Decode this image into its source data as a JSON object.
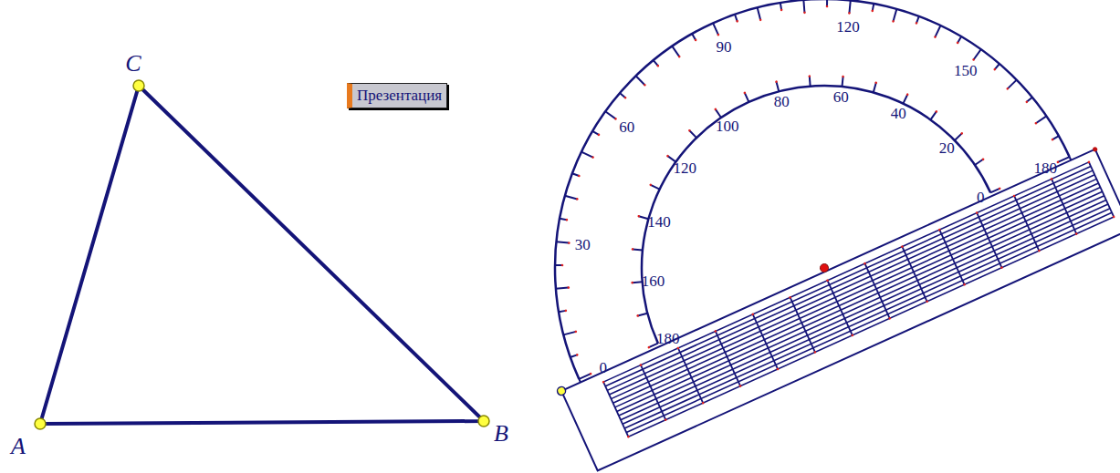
{
  "diagram": {
    "nodes": [
      {
        "text": [
          "Презентация"
        ]
      }
    ],
    "labels": [
      "C",
      "A",
      "B",
      "0",
      "30",
      "60",
      "90",
      "120",
      "150",
      "180",
      "180",
      "160",
      "140",
      "120",
      "100",
      "80",
      "60",
      "40",
      "20",
      "0"
    ]
  }
}
